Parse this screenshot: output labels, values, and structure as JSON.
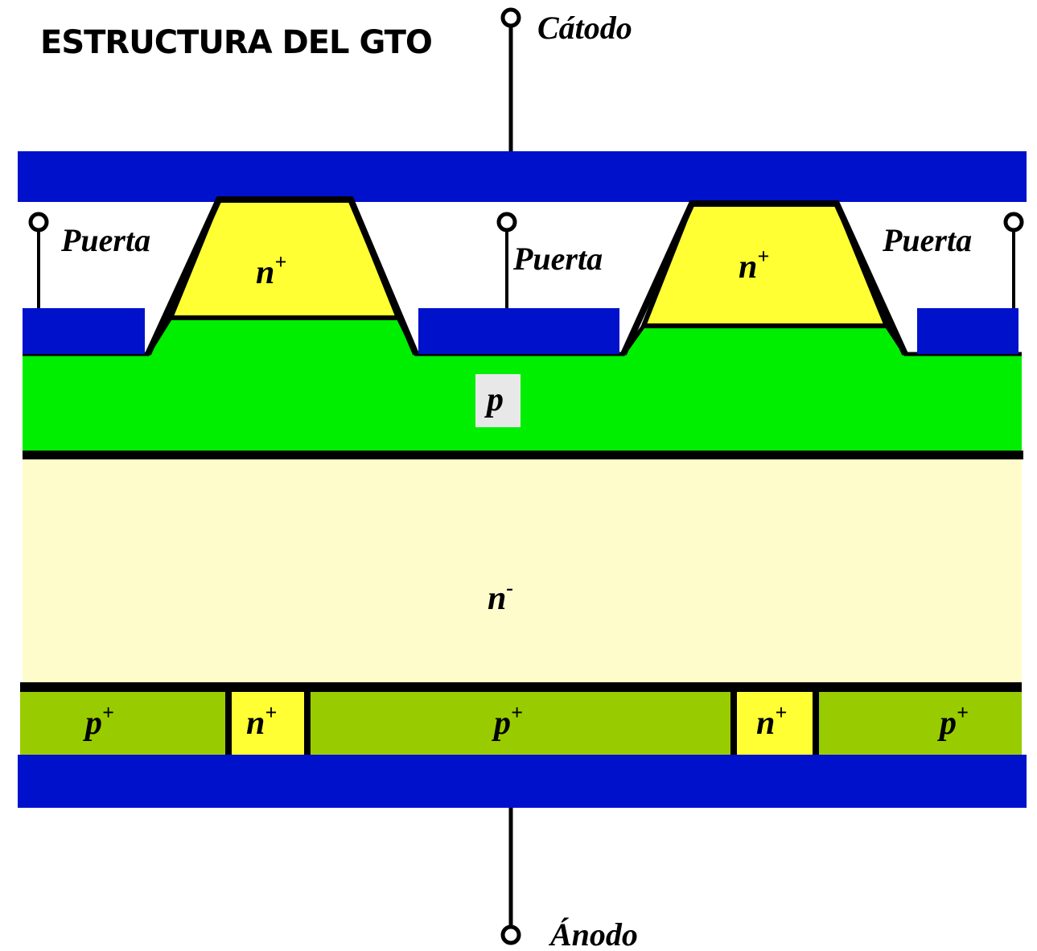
{
  "title": "ESTRUCTURA DEL GTO",
  "terminals": {
    "cathode": "Cátodo",
    "anode": "Ánodo",
    "gate_left": "Puerta",
    "gate_center": "Puerta",
    "gate_right": "Puerta"
  },
  "regions": {
    "n_plus_top_left": {
      "base": "n",
      "sup": "+"
    },
    "n_plus_top_right": {
      "base": "n",
      "sup": "+"
    },
    "p_base": {
      "base": "p"
    },
    "n_minus_drift": {
      "base": "n",
      "sup": "-"
    },
    "p_plus_left": {
      "base": "p",
      "sup": "+"
    },
    "n_plus_short_left": {
      "base": "n",
      "sup": "+"
    },
    "p_plus_center": {
      "base": "p",
      "sup": "+"
    },
    "n_plus_short_right": {
      "base": "n",
      "sup": "+"
    },
    "p_plus_right": {
      "base": "p",
      "sup": "+"
    }
  },
  "colors": {
    "metal": "#0011CC",
    "n_plus": "#FFFF33",
    "p_base": "#00EE00",
    "n_minus": "#FFFCCC",
    "p_plus": "#99CC00",
    "outline": "#000000",
    "p_label_bg": "#E8E8E8"
  }
}
